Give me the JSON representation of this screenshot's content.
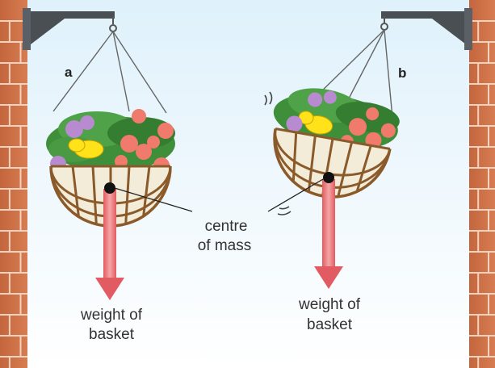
{
  "panels": [
    {
      "letter": "a",
      "weight_label_line1": "weight of",
      "weight_label_line2": "basket"
    },
    {
      "letter": "b",
      "weight_label_line1": "weight of",
      "weight_label_line2": "basket"
    }
  ],
  "centre_label_line1": "centre",
  "centre_label_line2": "of mass",
  "colors": {
    "arrow": "#e96a6f",
    "brick": "#c8683f",
    "bracket": "#4a4f54",
    "basket": "#8b5a2b",
    "leaves": "#3f8f3a"
  }
}
